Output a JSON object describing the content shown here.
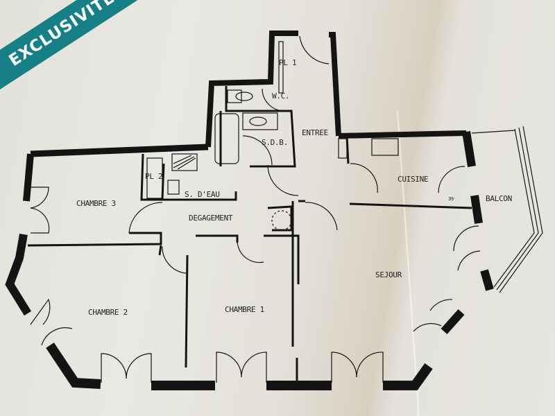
{
  "banner": {
    "label": "EXCLUSIVITÉ",
    "color": "#177f86",
    "text_color": "#ffffff"
  },
  "plan": {
    "wall_color": "#141414",
    "paper_color": "#e4e3dc",
    "rooms": [
      {
        "id": "pl1",
        "label": "PL 1"
      },
      {
        "id": "wc",
        "label": "W.C."
      },
      {
        "id": "sdb",
        "label": "S.D.B."
      },
      {
        "id": "entree",
        "label": "ENTREE"
      },
      {
        "id": "cuisine",
        "label": "CUISINE"
      },
      {
        "id": "balcon",
        "label": "BALCON"
      },
      {
        "id": "pl2",
        "label": "PL 2"
      },
      {
        "id": "sdeau",
        "label": "S. D'EAU"
      },
      {
        "id": "chambre3",
        "label": "CHAMBRE 3"
      },
      {
        "id": "degagement",
        "label": "DEGAGEMENT"
      },
      {
        "id": "chambre2",
        "label": "CHAMBRE 2"
      },
      {
        "id": "chambre1",
        "label": "CHAMBRE 1"
      },
      {
        "id": "sejour",
        "label": "SEJOUR"
      }
    ],
    "annotations": [
      {
        "id": "dimension-mark",
        "label": "39"
      }
    ]
  }
}
